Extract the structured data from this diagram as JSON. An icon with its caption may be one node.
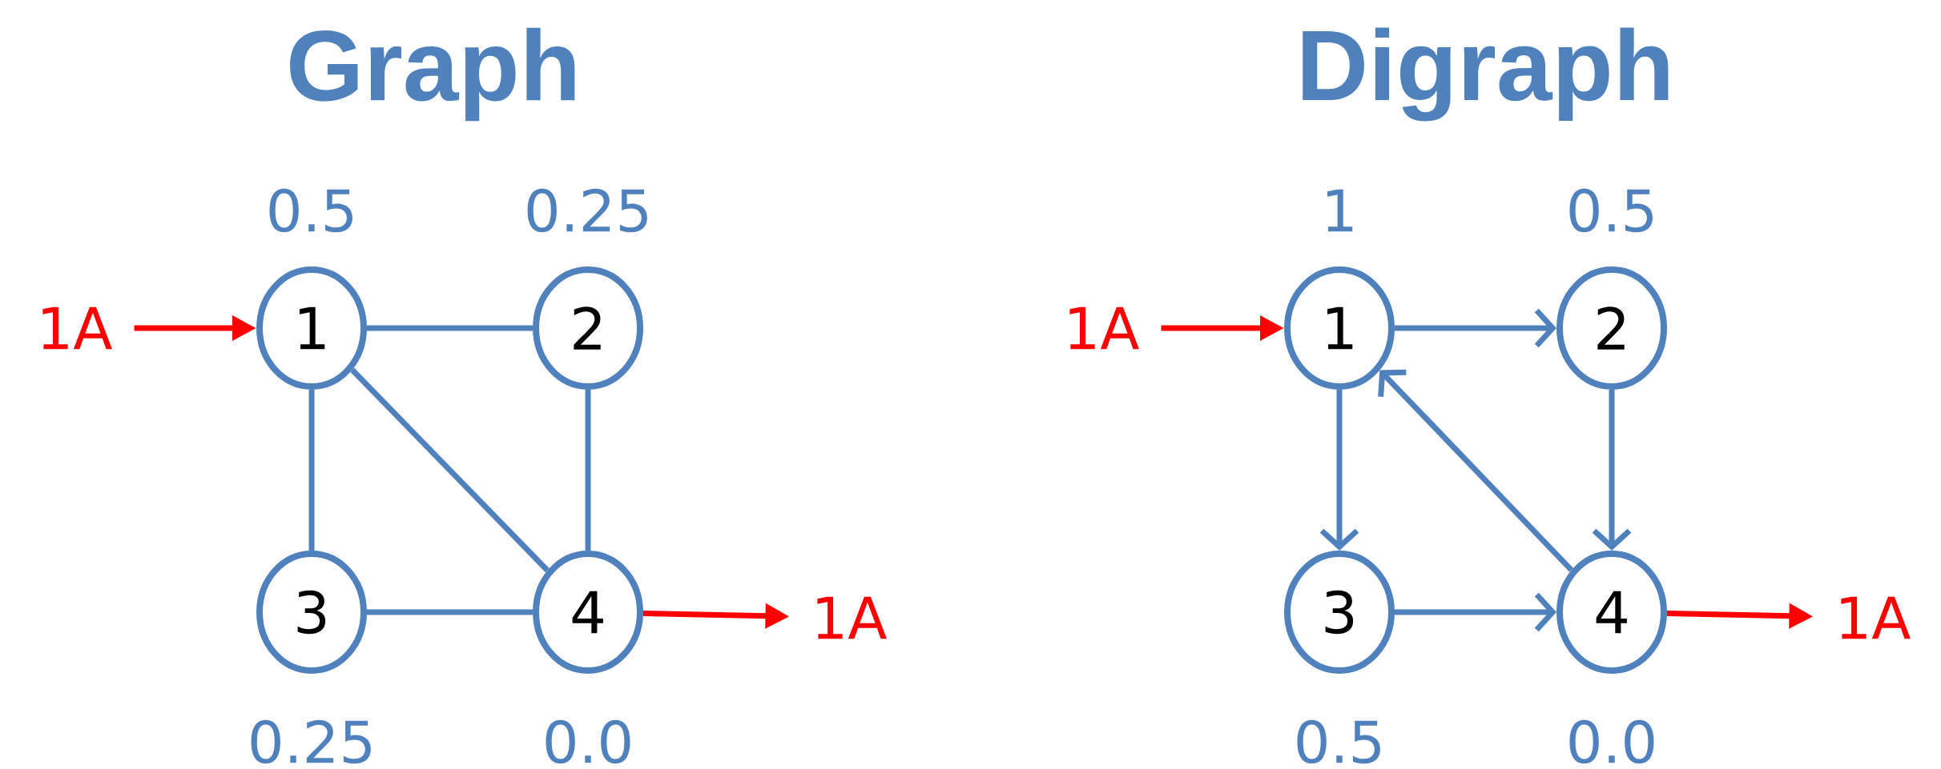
{
  "diagram": {
    "nodes": [
      {
        "text": [
          "1A"
        ]
      },
      {
        "text": [
          "1"
        ],
        "beside": [
          "0.5"
        ]
      },
      {
        "text": [
          "2"
        ],
        "beside": [
          "0.25"
        ]
      },
      {
        "text": [
          "3"
        ],
        "beside": [
          "0.25"
        ]
      },
      {
        "text": [
          "4"
        ],
        "beside": [
          "0.0"
        ]
      },
      {
        "text": [
          "1A"
        ]
      },
      {
        "text": [
          "1A"
        ]
      },
      {
        "text": [
          "1"
        ],
        "beside": [
          "1"
        ]
      },
      {
        "text": [
          "2"
        ],
        "beside": [
          "0.5"
        ]
      },
      {
        "text": [
          "3"
        ],
        "beside": [
          "0.5"
        ]
      },
      {
        "text": [
          "4"
        ],
        "beside": [
          "0.0"
        ]
      },
      {
        "text": [
          "1A"
        ]
      }
    ],
    "edges": [
      {
        "from": 0,
        "to": 1,
        "arrow": "to",
        "color": "#ff0000"
      },
      {
        "from": 1,
        "to": 2,
        "arrow": "none"
      },
      {
        "from": 1,
        "to": 3,
        "arrow": "none"
      },
      {
        "from": 1,
        "to": 4,
        "arrow": "none"
      },
      {
        "from": 2,
        "to": 4,
        "arrow": "none"
      },
      {
        "from": 3,
        "to": 4,
        "arrow": "none"
      },
      {
        "from": 4,
        "to": 5,
        "arrow": "to",
        "color": "#ff0000"
      },
      {
        "from": 6,
        "to": 7,
        "arrow": "to",
        "color": "#ff0000"
      },
      {
        "from": 7,
        "to": 8,
        "arrow": "to"
      },
      {
        "from": 7,
        "to": 9,
        "arrow": "to"
      },
      {
        "from": 10,
        "to": 7,
        "arrow": "to"
      },
      {
        "from": 8,
        "to": 10,
        "arrow": "to"
      },
      {
        "from": 9,
        "to": 10,
        "arrow": "to"
      },
      {
        "from": 10,
        "to": 11,
        "arrow": "to",
        "color": "#ff0000"
      }
    ],
    "labels": [
      "Graph",
      "Digraph"
    ]
  }
}
